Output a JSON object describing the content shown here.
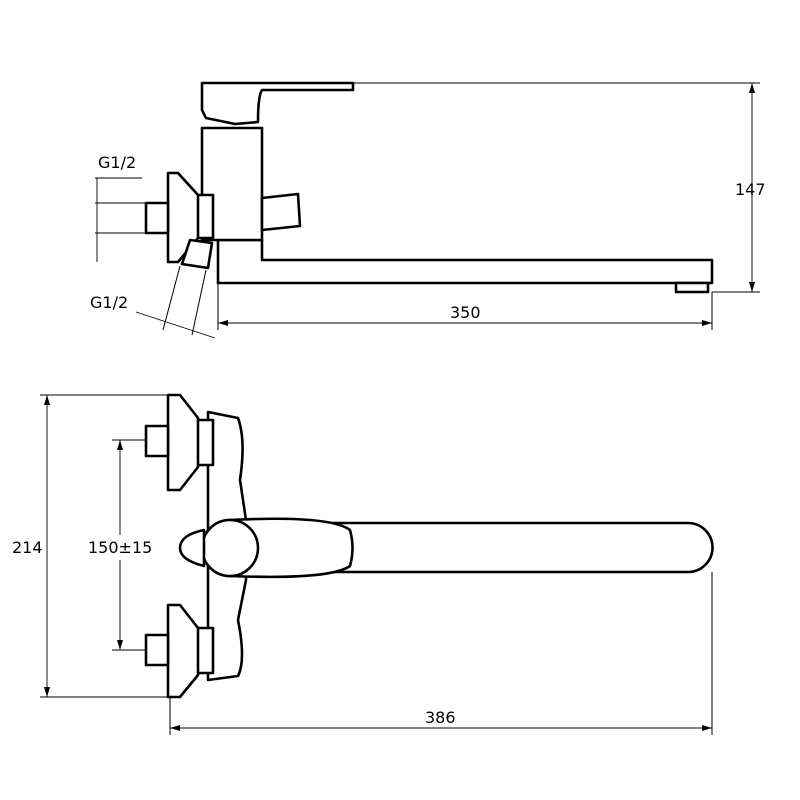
{
  "top_view": {
    "thread_label_horizontal": "G1/2",
    "thread_label_angled": "G1/2",
    "height_dim": "147",
    "spout_length_dim": "350"
  },
  "bottom_view": {
    "overall_height_dim": "214",
    "inlet_spacing_dim": "150±15",
    "overall_length_dim": "386"
  }
}
